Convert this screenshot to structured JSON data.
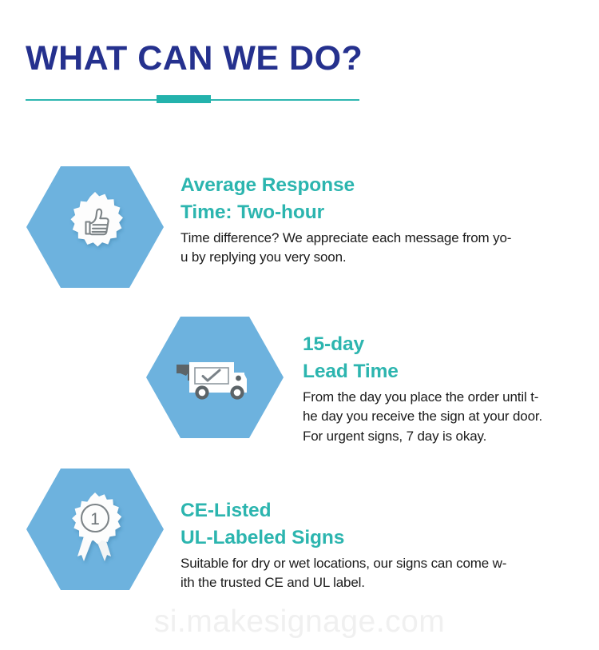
{
  "header": {
    "title": "WHAT CAN WE DO?",
    "accent_color": "#23B2AC",
    "title_color": "#25318E"
  },
  "theme": {
    "hexagon_blue": "#6DB2DE",
    "heading_teal": "#2CB5AF",
    "body_black": "#1B1B1B",
    "watermark_gray": "#F0F0F0"
  },
  "features": [
    {
      "icon": "thumbs-up-badge-icon",
      "heading_line1": "Average Response",
      "heading_line2": "Time: Two-hour",
      "body_line1": "Time difference? We appreciate each message from yo-",
      "body_line2": "u by replying you very soon.",
      "body_line3": ""
    },
    {
      "icon": "delivery-truck-icon",
      "heading_line1": "15-day",
      "heading_line2": "Lead Time",
      "body_line1": "From the day you place the order until t-",
      "body_line2": "he day you receive the sign at your door.",
      "body_line3": "For urgent signs, 7 day is okay."
    },
    {
      "icon": "award-ribbon-icon",
      "heading_line1": "CE-Listed",
      "heading_line2": "UL-Labeled Signs",
      "body_line1": "Suitable for dry or wet locations, our signs can come w-",
      "body_line2": "ith the trusted CE and UL label.",
      "body_line3": ""
    }
  ],
  "watermark": {
    "text": "si.makesignage.com"
  }
}
